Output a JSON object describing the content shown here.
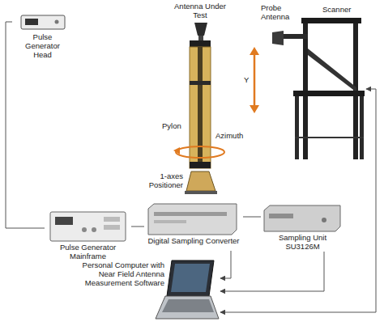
{
  "diagram": {
    "nodes": [
      {
        "text": [
          "Pulse Generator Head"
        ]
      },
      {
        "text": [
          "Antenna Under Test",
          "1-axes Positioner"
        ]
      },
      {
        "text": [
          "Probe Antenna",
          "Scanner"
        ]
      },
      {
        "text": [
          "Pulse Generator Mainframe"
        ]
      },
      {
        "text": [
          "Digital Sampling Converter"
        ]
      },
      {
        "text": [
          "Sampling Unit SU3126M"
        ]
      },
      {
        "text": [
          "Personal Computer with Near Field Antenna Measurement Software"
        ]
      }
    ],
    "edges": [
      {
        "from": 0,
        "to": 3,
        "arrow": "none"
      },
      {
        "from": 3,
        "to": 4,
        "arrow": "none"
      },
      {
        "from": 4,
        "to": 5,
        "arrow": "none"
      },
      {
        "from": 4,
        "to": 6,
        "arrow": "to"
      },
      {
        "from": 5,
        "to": 6,
        "arrow": "to"
      },
      {
        "from": 2,
        "to": 6,
        "arrow": "both"
      }
    ],
    "labels": [
      "Pylon",
      "Azimuth",
      "Y"
    ]
  }
}
